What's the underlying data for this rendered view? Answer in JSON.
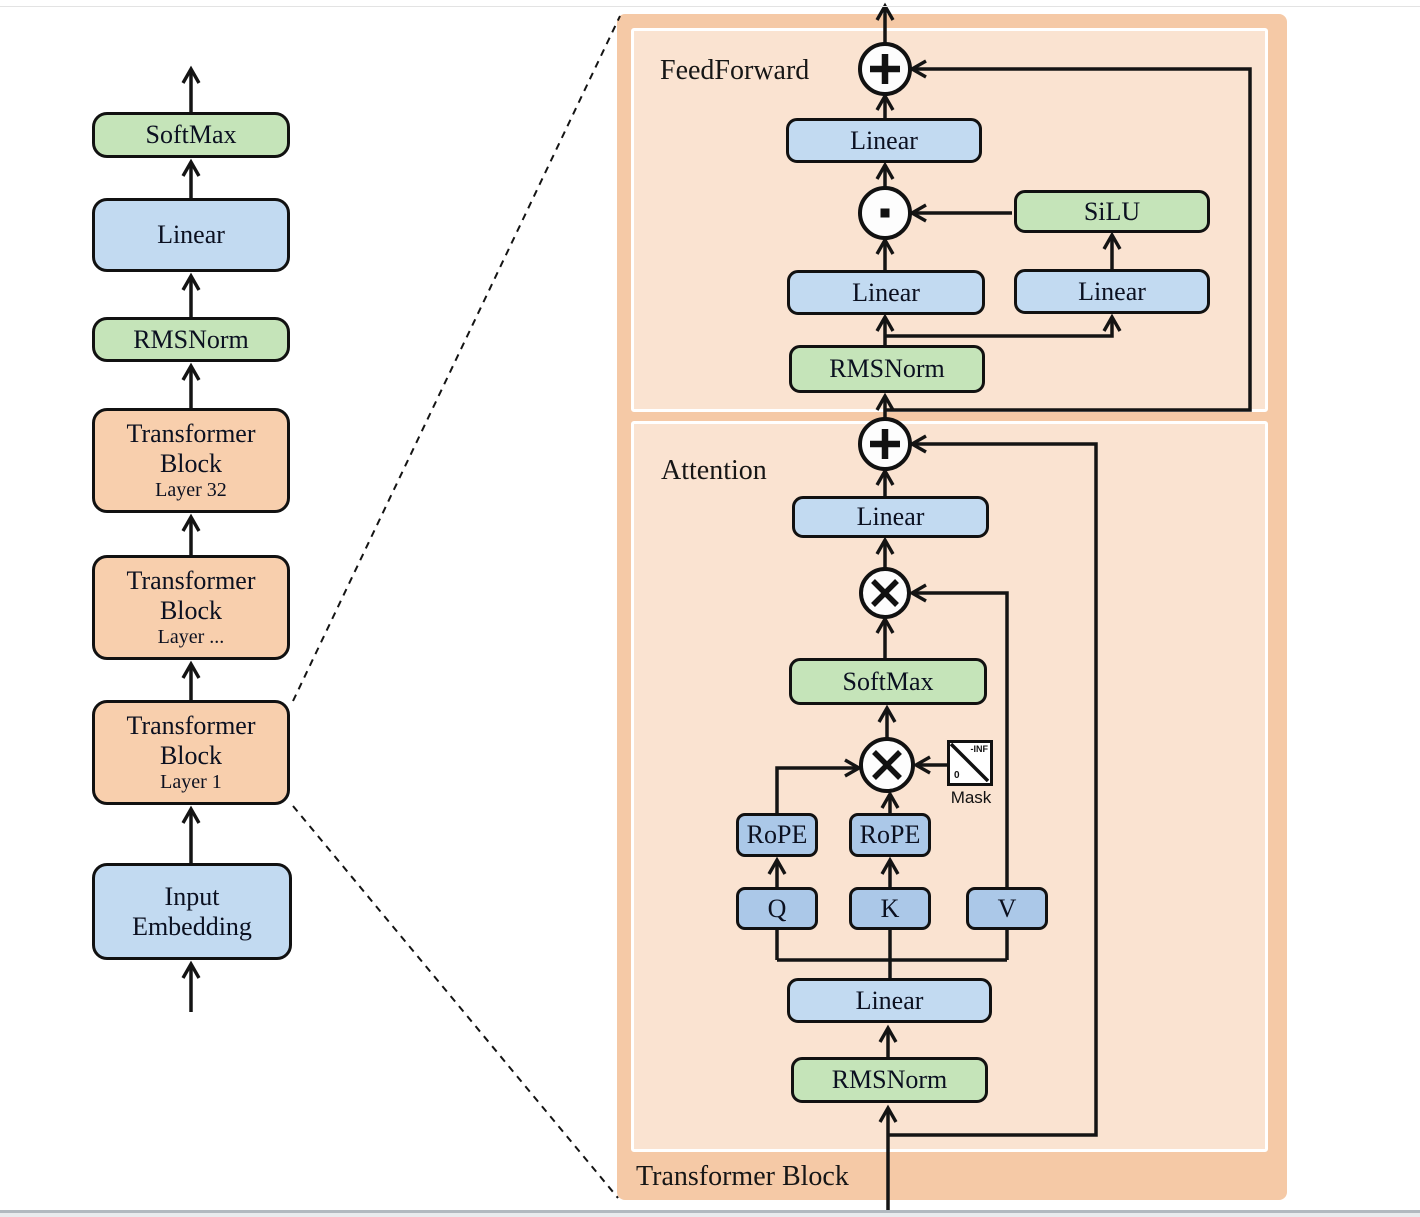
{
  "colors": {
    "blue": "#c2daf1",
    "blue_dark": "#abc8e8",
    "green": "#c5e4b9",
    "orange_block": "#f8cfad",
    "orange_outer": "#f5c9a6",
    "orange_inner": "#fae3d1",
    "line": "#141414"
  },
  "left_column": {
    "blocks": {
      "softmax": {
        "label": "SoftMax"
      },
      "linear": {
        "label": "Linear"
      },
      "rmsnorm": {
        "label": "RMSNorm"
      },
      "tb_top": {
        "label": "Transformer",
        "label2": "Block",
        "sublabel": "Layer 32"
      },
      "tb_mid": {
        "label": "Transformer",
        "label2": "Block",
        "sublabel": "Layer ..."
      },
      "tb_bottom": {
        "label": "Transformer",
        "label2": "Block",
        "sublabel": "Layer 1"
      },
      "input": {
        "label": "Input",
        "label2": "Embedding"
      }
    }
  },
  "panel": {
    "title": "Transformer Block",
    "feedforward": {
      "label": "FeedForward",
      "linear_out": "Linear",
      "silu": "SiLU",
      "linear_gate": "Linear",
      "linear_up": "Linear",
      "rmsnorm": "RMSNorm"
    },
    "attention": {
      "label": "Attention",
      "linear_out": "Linear",
      "softmax": "SoftMax",
      "rope_q": "RoPE",
      "rope_k": "RoPE",
      "q": "Q",
      "k": "K",
      "v": "V",
      "linear_qkv": "Linear",
      "rmsnorm": "RMSNorm",
      "mask": {
        "label": "Mask",
        "top_value": "-INF",
        "bottom_value": "0"
      }
    }
  }
}
